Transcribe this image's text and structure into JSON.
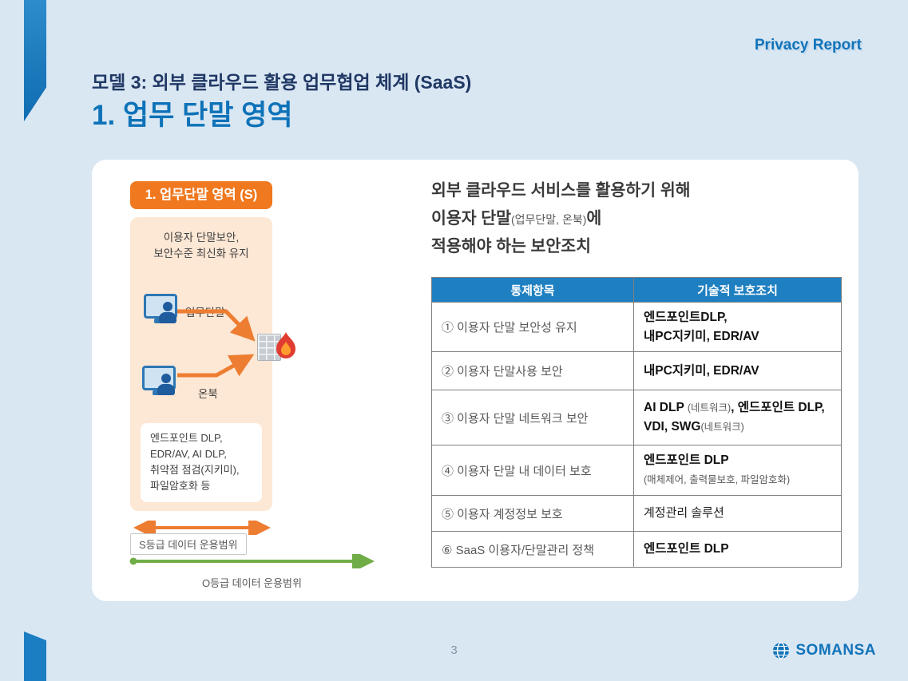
{
  "header": {
    "report_label": "Privacy Report",
    "subtitle": "모델 3: 외부 클라우드 활용 업무협업 체계 (SaaS)",
    "title": "1. 업무 단말 영역"
  },
  "diagram": {
    "badge": "1. 업무단말 영역 (S)",
    "note_line1": "이용자 단말보안,",
    "note_line2": "보안수준 최신화 유지",
    "device1_label": "업무단말",
    "device2_label": "온북",
    "tools_lines": [
      "엔드포인트 DLP,",
      "EDR/AV, AI DLP,",
      "취약점 점검(지키미),",
      "파일암호화 등"
    ],
    "s_range_label": "S등급 데이터 운용범위",
    "o_range_label": "O등급 데이터 운용범위"
  },
  "content": {
    "heading_line1": "외부 클라우드 서비스를 활용하기 위해",
    "heading_line2_strong1": "이용자 단말",
    "heading_line2_small": "(업무단말, 온북)",
    "heading_line2_strong2": "에",
    "heading_line3": "적용해야 하는 보안조치"
  },
  "table": {
    "headers": [
      "통제항목",
      "기술적 보호조치"
    ],
    "rows": [
      {
        "item": "① 이용자 단말 보안성 유지",
        "protection": [
          [
            {
              "text": "엔드포인트DLP,",
              "style": "bold"
            }
          ],
          [
            {
              "text": "내PC지키미, EDR/AV",
              "style": "bold"
            }
          ]
        ]
      },
      {
        "item": "② 이용자 단말사용 보안",
        "protection": [
          [
            {
              "text": "내PC지키미, EDR/AV",
              "style": "bold"
            }
          ]
        ]
      },
      {
        "item": "③ 이용자 단말 네트워크 보안",
        "protection": [
          [
            {
              "text": "AI DLP ",
              "style": "bold"
            },
            {
              "text": "(네트워크)",
              "style": "small"
            },
            {
              "text": ", 엔드포인트 DLP,",
              "style": "bold"
            }
          ],
          [
            {
              "text": "VDI, SWG",
              "style": "bold"
            },
            {
              "text": "(네트워크)",
              "style": "small"
            }
          ]
        ]
      },
      {
        "item": "④ 이용자 단말 내 데이터 보호",
        "protection": [
          [
            {
              "text": "엔드포인트 DLP",
              "style": "bold"
            }
          ],
          [
            {
              "text": "(매체제어, 출력물보호, 파일암호화)",
              "style": "small"
            }
          ]
        ]
      },
      {
        "item": "⑤ 이용자 계정정보 보호",
        "protection": [
          [
            {
              "text": "계정관리 솔루션",
              "style": "regular"
            }
          ]
        ]
      },
      {
        "item": "⑥ SaaS 이용자/단말관리 정책",
        "protection": [
          [
            {
              "text": "엔드포인트 DLP",
              "style": "bold"
            }
          ]
        ]
      }
    ]
  },
  "footer": {
    "page_number": "3",
    "logo_text": "SOMANSA"
  },
  "colors": {
    "background": "#d9e7f3",
    "accent_blue": "#1273b9",
    "title_blue": "#0e72b8",
    "subtitle_navy": "#203864",
    "badge_orange": "#f0781e",
    "panel_peach": "#fde7d5",
    "table_header_blue": "#1e7fc1",
    "arrow_orange": "#ed7d31",
    "arrow_green": "#70ad47"
  }
}
